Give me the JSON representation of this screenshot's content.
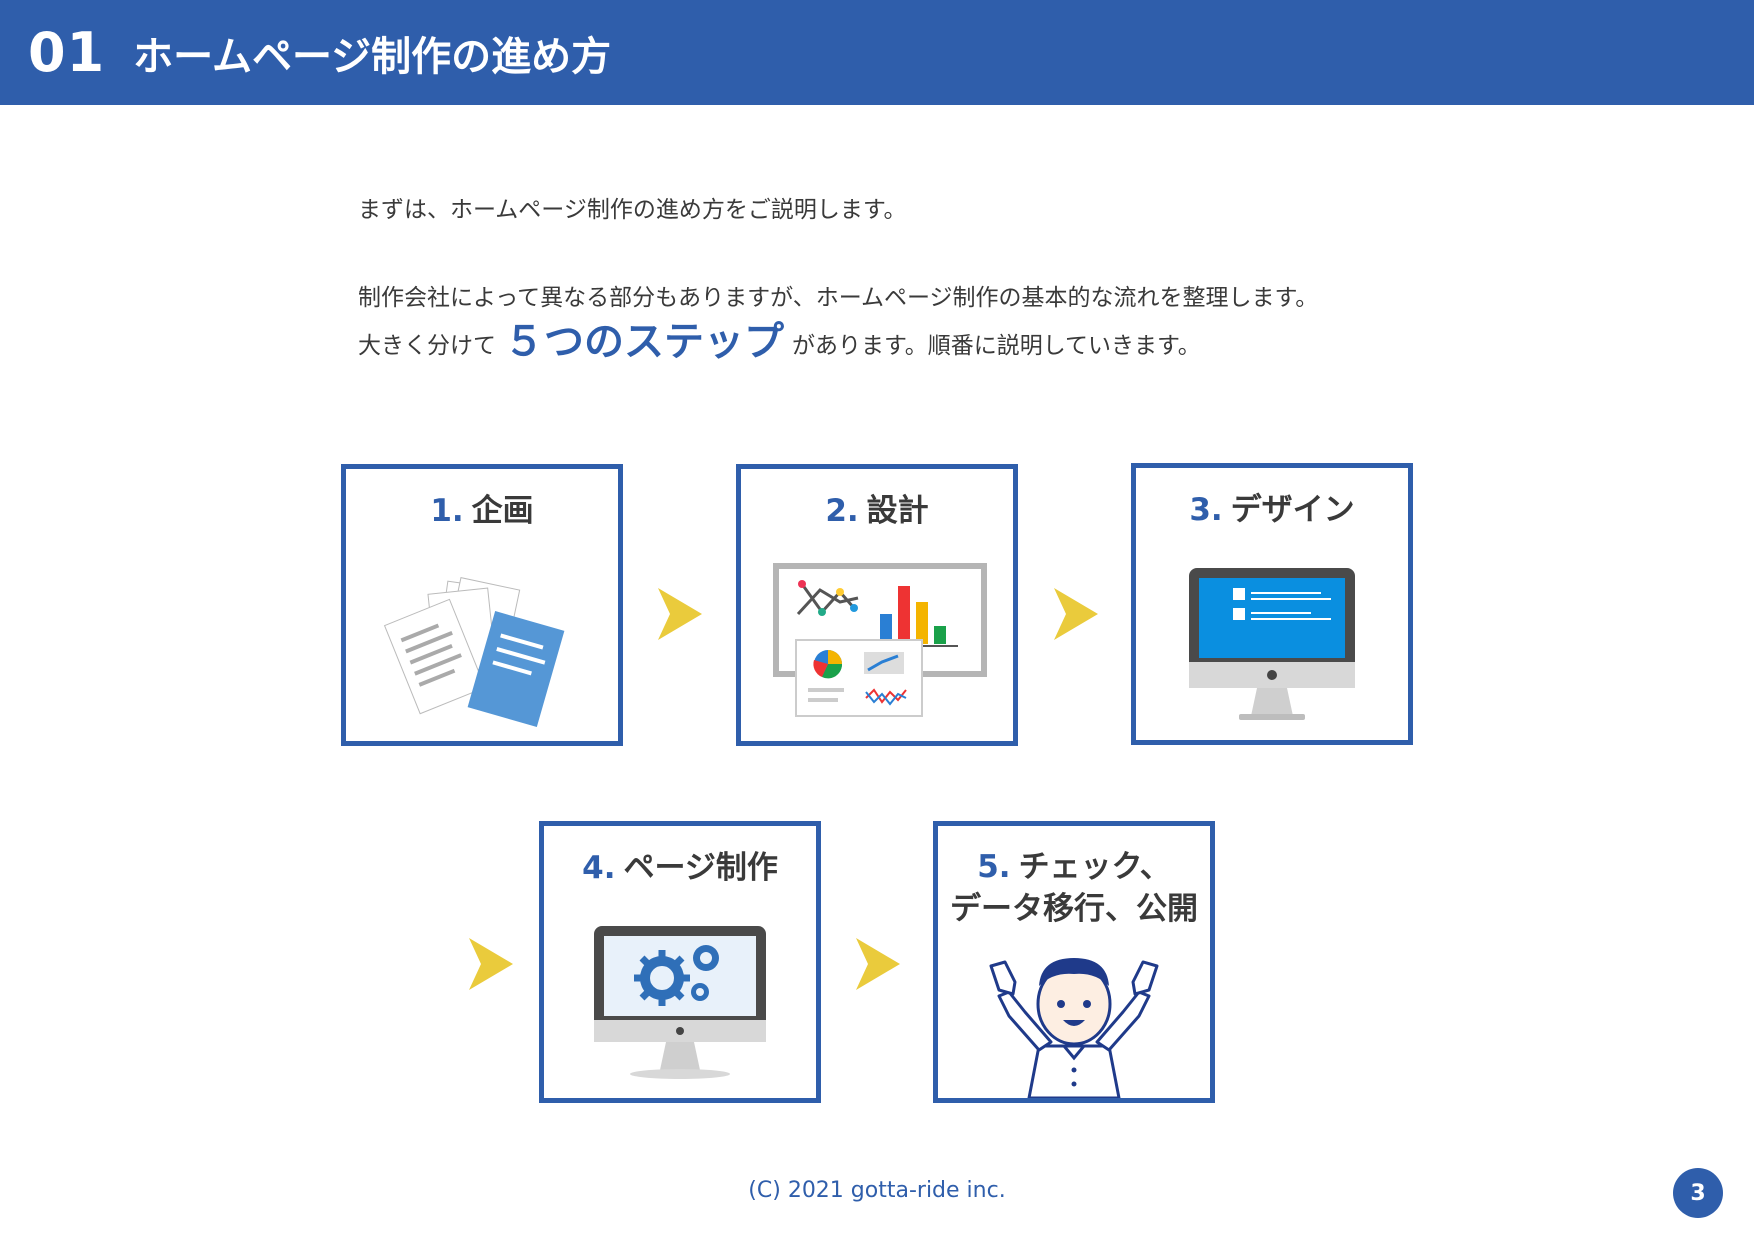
{
  "header": {
    "number": "01",
    "title": "ホームページ制作の進め方"
  },
  "intro": {
    "line1": "まずは、ホームページ制作の進め方をご説明します。",
    "line2": "制作会社によって異なる部分もありますが、ホームページ制作の基本的な流れを整理します。",
    "line3_before": "大きく分けて",
    "line3_highlight": "５つのステップ",
    "line3_after": "があります。順番に説明していきます。"
  },
  "steps": [
    {
      "num": "1.",
      "label": "企画",
      "icon": "documents-icon"
    },
    {
      "num": "2.",
      "label": "設計",
      "icon": "chart-board-icon"
    },
    {
      "num": "3.",
      "label": "デザイン",
      "icon": "monitor-icon"
    },
    {
      "num": "4.",
      "label": "ページ制作",
      "icon": "gear-monitor-icon"
    },
    {
      "num": "5.",
      "label": "チェック、",
      "label2": "データ移行、公開",
      "icon": "cheering-person-icon"
    }
  ],
  "colors": {
    "primary": "#2f5eab",
    "accent": "#eacb3c",
    "text": "#3a3a3a"
  },
  "footer": {
    "copyright": "(C) 2021 gotta-ride inc.",
    "page": "3"
  }
}
